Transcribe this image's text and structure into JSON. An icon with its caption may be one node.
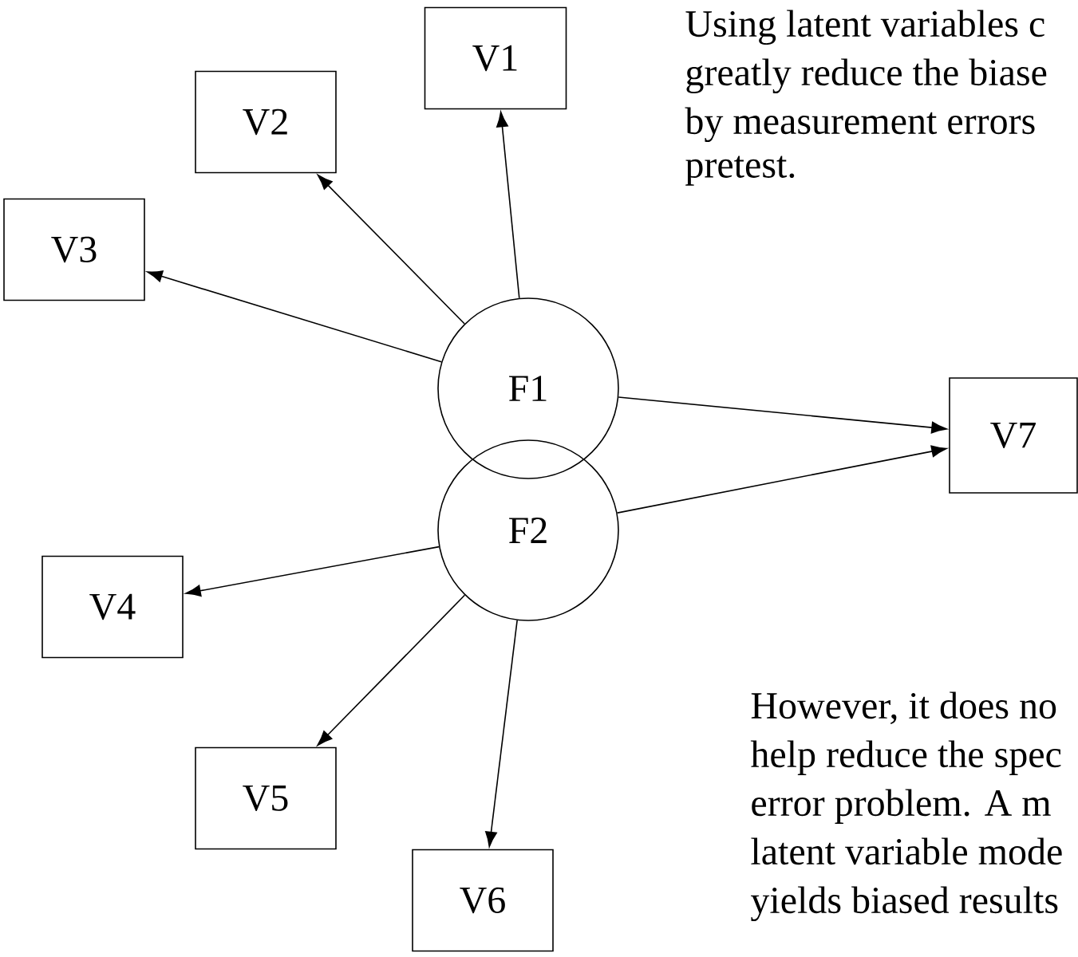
{
  "diagram": {
    "nodes": [
      {
        "text": [
          "V1"
        ]
      },
      {
        "text": [
          "V2"
        ]
      },
      {
        "text": [
          "V3"
        ]
      },
      {
        "text": [
          "F1"
        ]
      },
      {
        "text": [
          "V7"
        ]
      },
      {
        "text": [
          "F2"
        ]
      },
      {
        "text": [
          "V4"
        ]
      },
      {
        "text": [
          "V5"
        ]
      },
      {
        "text": [
          "V6"
        ]
      }
    ],
    "edges": [
      {
        "from": 3,
        "to": 0,
        "arrow": "to"
      },
      {
        "from": 3,
        "to": 1,
        "arrow": "to"
      },
      {
        "from": 3,
        "to": 2,
        "arrow": "to"
      },
      {
        "from": 3,
        "to": 4,
        "arrow": "to"
      },
      {
        "from": 5,
        "to": 4,
        "arrow": "to"
      },
      {
        "from": 5,
        "to": 6,
        "arrow": "to"
      },
      {
        "from": 5,
        "to": 7,
        "arrow": "to"
      },
      {
        "from": 5,
        "to": 8,
        "arrow": "to"
      }
    ],
    "labels": [
      "Using latent variables c",
      "greatly reduce the biase",
      "by measurement errors",
      "pretest.",
      "However, it does no",
      "help reduce the spec",
      "error problem. A m",
      "latent variable mode",
      "yields biased results"
    ]
  }
}
